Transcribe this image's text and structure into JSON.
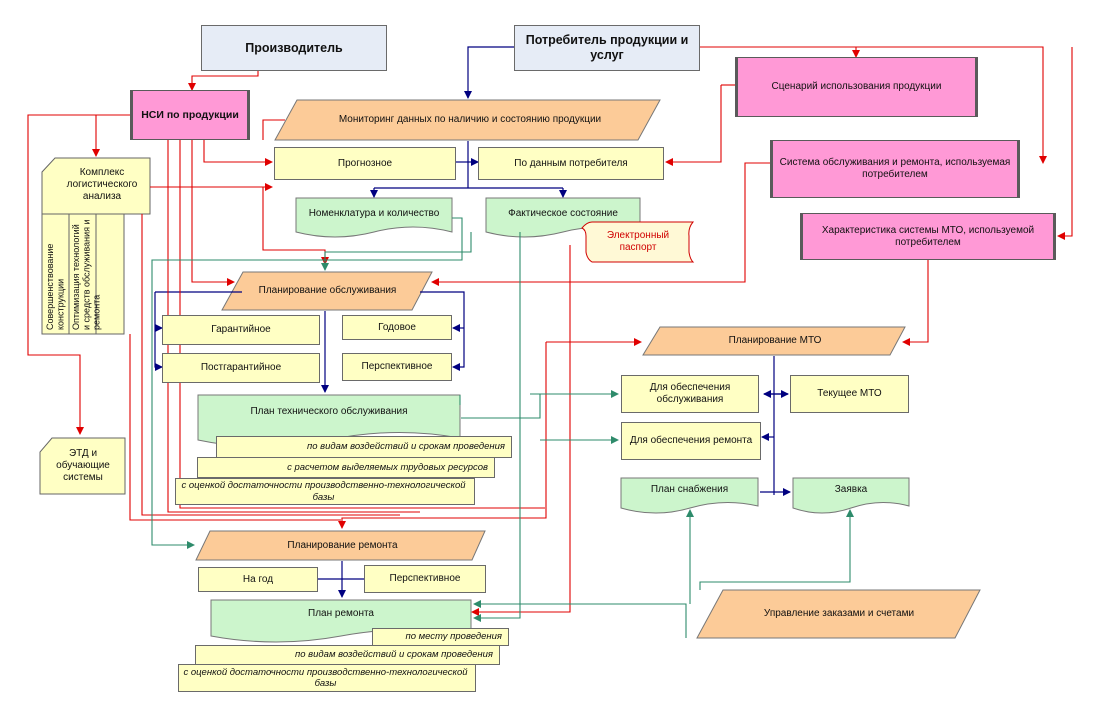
{
  "nodes": {
    "producer": "Производитель",
    "consumer": "Потребитель продукции и услуг",
    "nsi": "НСИ по продукции",
    "monitoring": "Мониторинг данных по наличию и состоянию продукции",
    "forecast": "Прогнозное",
    "consumer_data": "По данным потребителя",
    "scenario": "Сценарий использования продукции",
    "service_system": "Система обслуживания и ремонта, используемая потребителем",
    "mto_characteristic": "Характеристика системы МТО, используемой потребителем",
    "logistics_complex": "Комплекс логистического анализа",
    "design_improvement": "Совершенствование конструкции",
    "tech_optimization": "Оптимизация технологий и средств обслуживания и ремонта",
    "nomenclature": "Номенклатура и количество",
    "actual_state": "Фактическое состояние",
    "e_passport": "Электронный паспорт",
    "service_planning": "Планирование обслуживания",
    "warranty": "Гарантийное",
    "post_warranty": "Постгарантийное",
    "annual": "Годовое",
    "perspective": "Перспективное",
    "to_plan": "План технического обслуживания",
    "to_sub1": "по видам воздействий и срокам проведения",
    "to_sub2": "с расчетом выделяемых трудовых ресурсов",
    "to_sub3": "с оценкой достаточности производственно-технологической базы",
    "etd": "ЭТД и обучающие системы",
    "mto_planning": "Планирование МТО",
    "for_service": "Для обеспечения обслуживания",
    "current_mto": "Текущее МТО",
    "for_repair": "Для обеспечения ремонта",
    "supply_plan": "План снабжения",
    "request": "Заявка",
    "repair_planning": "Планирование ремонта",
    "per_year": "На год",
    "repair_perspective": "Перспективное",
    "repair_plan": "План ремонта",
    "rp_sub1": "по месту проведения",
    "rp_sub2": "по видам воздействий и срокам проведения",
    "rp_sub3": "с оценкой достаточности производственно-технологической базы",
    "orders": "Управление заказами и счетами"
  },
  "colors": {
    "red_connector": "#e00000",
    "navy_connector": "#000080",
    "teal_connector": "#2e8b6b",
    "yellow_fill": "#ffffc4",
    "pink_fill": "#ff99d6",
    "orange_fill": "#fccb98",
    "green_fill": "#ccf5cc",
    "blue_fill": "#e6ecf6"
  }
}
